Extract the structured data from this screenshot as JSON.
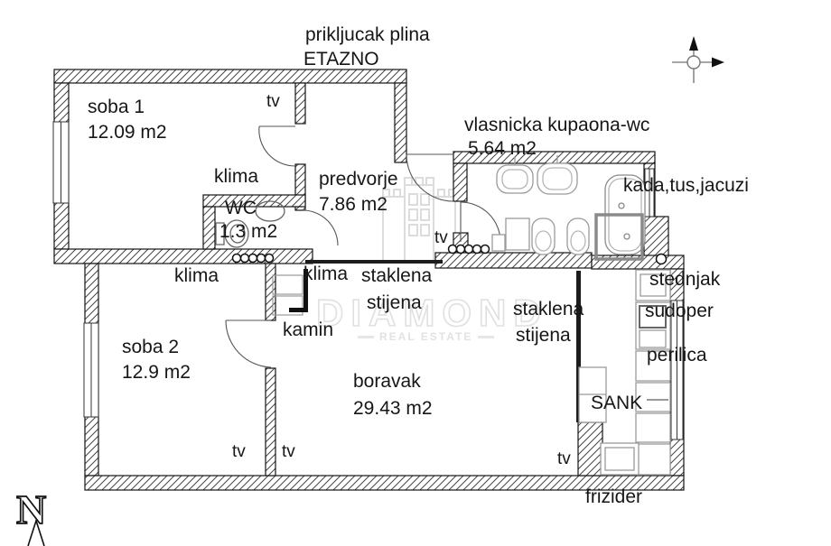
{
  "annotations": {
    "gas_line1": "prikljucak plina",
    "gas_line2": "ETAZNO",
    "klima": "klima",
    "tv": "tv",
    "kamin": "kamin",
    "glass_wall_line1": "staklena",
    "glass_wall_line2": "stijena",
    "bath_features": "kada,tus,jacuzi",
    "stove": "stednjak",
    "sink": "sudoper",
    "washer": "perilica",
    "bar": "SANK",
    "fridge": "frizider",
    "north": "N"
  },
  "rooms": [
    {
      "name": "soba 1",
      "area": "12.09 m2"
    },
    {
      "name": "predvorje",
      "area": "7.86 m2"
    },
    {
      "name": "WC",
      "area": "1.3 m2"
    },
    {
      "name": "vlasnicka kupaona-wc",
      "area": "5.64 m2"
    },
    {
      "name": "soba 2",
      "area": "12.9 m2"
    },
    {
      "name": "boravak",
      "area": "29.43 m2"
    }
  ],
  "watermark": {
    "brand": "DIAMOND",
    "tagline": "REAL ESTATE"
  }
}
